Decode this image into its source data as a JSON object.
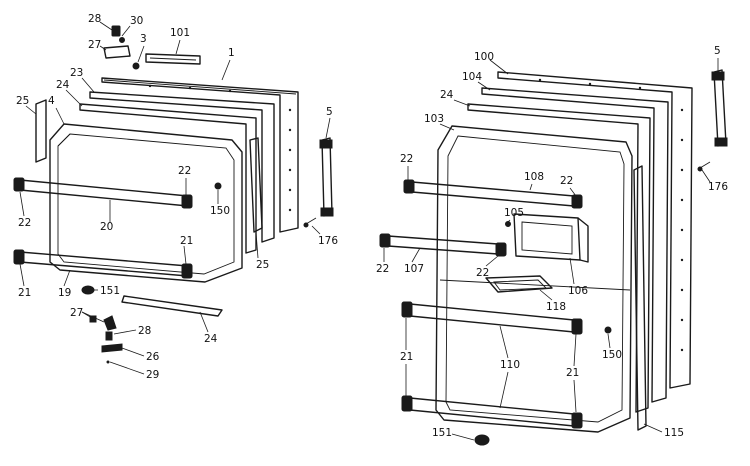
{
  "labels": {
    "l28a": "28",
    "l30": "30",
    "l27a": "27",
    "l3": "3",
    "l101": "101",
    "l1": "1",
    "l23": "23",
    "l24a": "24",
    "l25a": "25",
    "l4": "4",
    "l22a": "22",
    "l20": "20",
    "l22b": "22",
    "l150a": "150",
    "l5a": "5",
    "l21a": "21",
    "l25b": "25",
    "l176a": "176",
    "l21b": "21",
    "l19": "19",
    "l151a": "151",
    "l27b": "27",
    "l28b": "28",
    "l24b": "24",
    "l26": "26",
    "l29": "29",
    "l100": "100",
    "l5b": "5",
    "l104": "104",
    "l24c": "24",
    "l103": "103",
    "l22c": "22",
    "l108": "108",
    "l22d": "22",
    "l176b": "176",
    "l105": "105",
    "l22e": "22",
    "l107": "107",
    "l22f": "22",
    "l106": "106",
    "l118": "118",
    "l21c": "21",
    "l110": "110",
    "l150b": "150",
    "l21d": "21",
    "l151b": "151",
    "l115": "115"
  }
}
